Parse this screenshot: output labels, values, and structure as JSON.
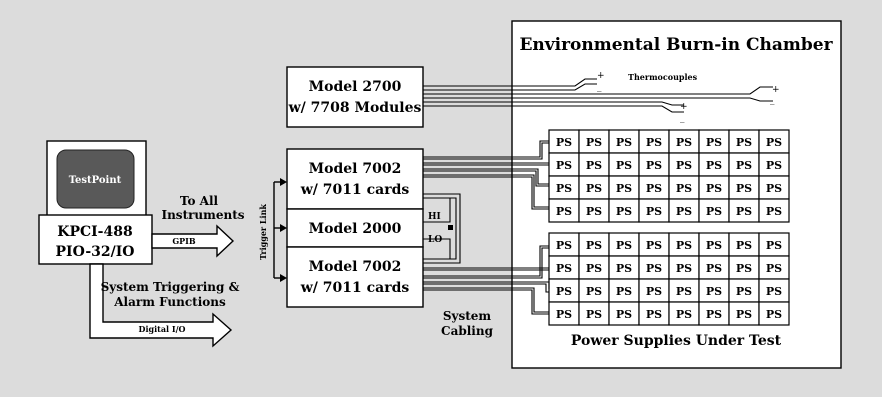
{
  "colors": {
    "background": "#dcdcdc",
    "monitor": "#595959",
    "line": "#000000",
    "box": "#ffffff"
  },
  "chamber": {
    "title": "Environmental Burn-in Chamber",
    "caption": "Power Supplies Under Test",
    "thermo_label": "Thermocouples"
  },
  "computer": {
    "screen_label": "TestPoint",
    "card_line1": "KPCI-488",
    "card_line2": "PIO-32/IO"
  },
  "instruments": {
    "m2700_line1": "Model 2700",
    "m2700_line2": "w/ 7708 Modules",
    "m7002a_line1": "Model 7002",
    "m7002a_line2": "w/ 7011 cards",
    "m2000": "Model 2000",
    "m7002b_line1": "Model 7002",
    "m7002b_line2": "w/ 7011 cards",
    "hi": "HI",
    "lo": "LO"
  },
  "labels": {
    "to_all_1": "To All",
    "to_all_2": "Instruments",
    "gpib": "GPIB",
    "trig_1": "System Triggering &",
    "trig_2": "Alarm Functions",
    "digital_io": "Digital I/O",
    "trigger_link": "Trigger Link",
    "cabling_1": "System",
    "cabling_2": "Cabling",
    "plus": "+",
    "minus": "_"
  },
  "ps_grid": {
    "cell_label": "PS",
    "rows": 4,
    "cols": 8
  }
}
